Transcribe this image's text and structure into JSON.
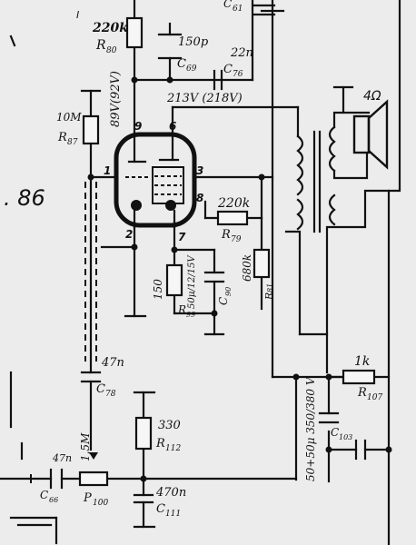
{
  "labels": {
    "r80_value": "220k",
    "r80_name": "R",
    "r80_sub": "80",
    "r87_value": "10M",
    "r87_name": "R",
    "r87_sub": "87",
    "c69_value": "150p",
    "c69_name": "C",
    "c69_sub": "69",
    "c76_value": "22n",
    "c76_name": "C",
    "c76_sub": "76",
    "c61_name": "C",
    "c61_sub": "61",
    "anode_voltage": "213V (218V)",
    "grid_voltage": "89V(92V)",
    "speaker": "4Ω",
    "pin9": "9",
    "pin6": "6",
    "pin1": "1",
    "pin3": "3",
    "pin8": "8",
    "pin2": "2",
    "pin7": "7",
    "r79_value": "220k",
    "r79_name": "R",
    "r79_sub": "79",
    "r81_value": "680k",
    "r81_name": "R",
    "r81_sub": "81",
    "r86_value": "150",
    "r99_value": "50μ/12/15V",
    "c90_name": "C",
    "c90_sub": "90",
    "section": ". 86",
    "c78_value": "47n",
    "c78_name": "C",
    "c78_sub": "78",
    "r112_value": "330",
    "r112_name": "R",
    "r112_sub": "112",
    "p100_value": "1,5M",
    "p100_name": "P",
    "p100_sub": "100",
    "c66_value": "47n",
    "c66_name": "C",
    "c66_sub": "66",
    "c111_value": "470n",
    "c111_name": "C",
    "c111_sub": "111",
    "r107_value": "1k",
    "r107_name": "R",
    "r107_sub": "107",
    "c103_name": "C",
    "c103_sub": "103",
    "psu_caps": "50+50μ 350/380 V",
    "roman": "I",
    "r99_name": "R",
    "r99_sub": "99"
  },
  "colors": {
    "ink": "#111111",
    "paper": "#ececec"
  }
}
